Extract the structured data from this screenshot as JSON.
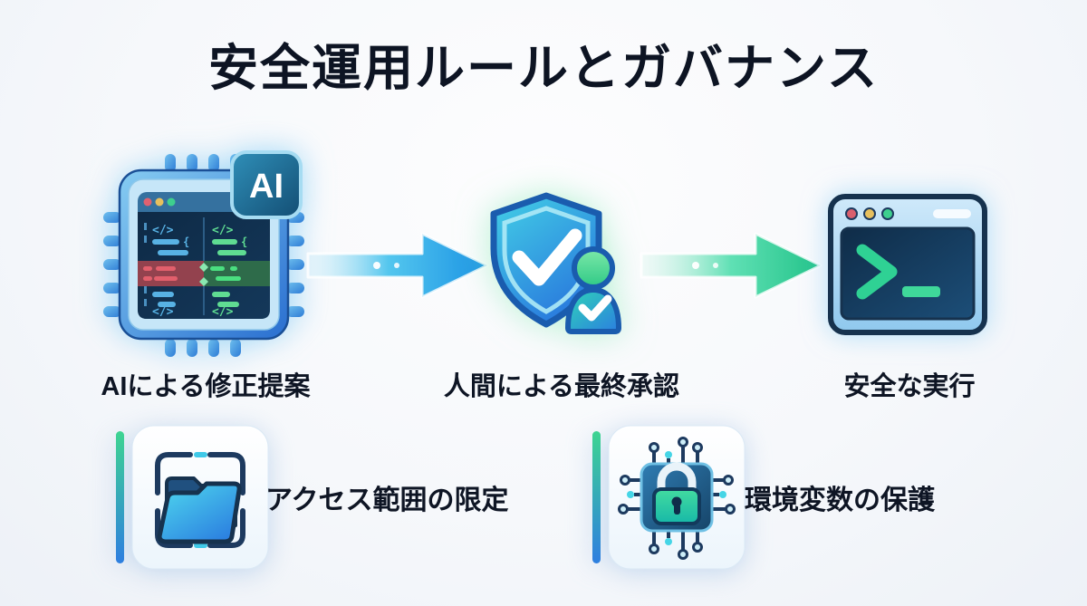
{
  "title": "安全運用ルールとガバナンス",
  "flow": {
    "ai_badge": "AI",
    "code_glyph": "</>",
    "brace_glyph": "{",
    "steps": [
      {
        "label": "AIによる修正提案",
        "icon": "ai-chip-code-diff-icon"
      },
      {
        "label": "人間による最終承認",
        "icon": "shield-check-user-icon"
      },
      {
        "label": "安全な実行",
        "icon": "terminal-icon"
      }
    ],
    "arrows": [
      {
        "direction": "right",
        "color": "#1b93e4"
      },
      {
        "direction": "right",
        "color": "#23c389"
      }
    ]
  },
  "features": [
    {
      "label": "アクセス範囲の限定",
      "icon": "folder-scope-icon"
    },
    {
      "label": "環境変数の保護",
      "icon": "lock-circuit-icon"
    }
  ],
  "colors": {
    "background": "#f6f8fb",
    "title_text": "#0d1423",
    "label_text": "#0e1524",
    "arrow_blue": "#1b93e4",
    "arrow_green": "#23c389",
    "diff_removed": "#93424e",
    "diff_added": "#2e6b4a",
    "accent_bar_top": "#3ed492",
    "accent_bar_bottom": "#2e7ee0"
  }
}
